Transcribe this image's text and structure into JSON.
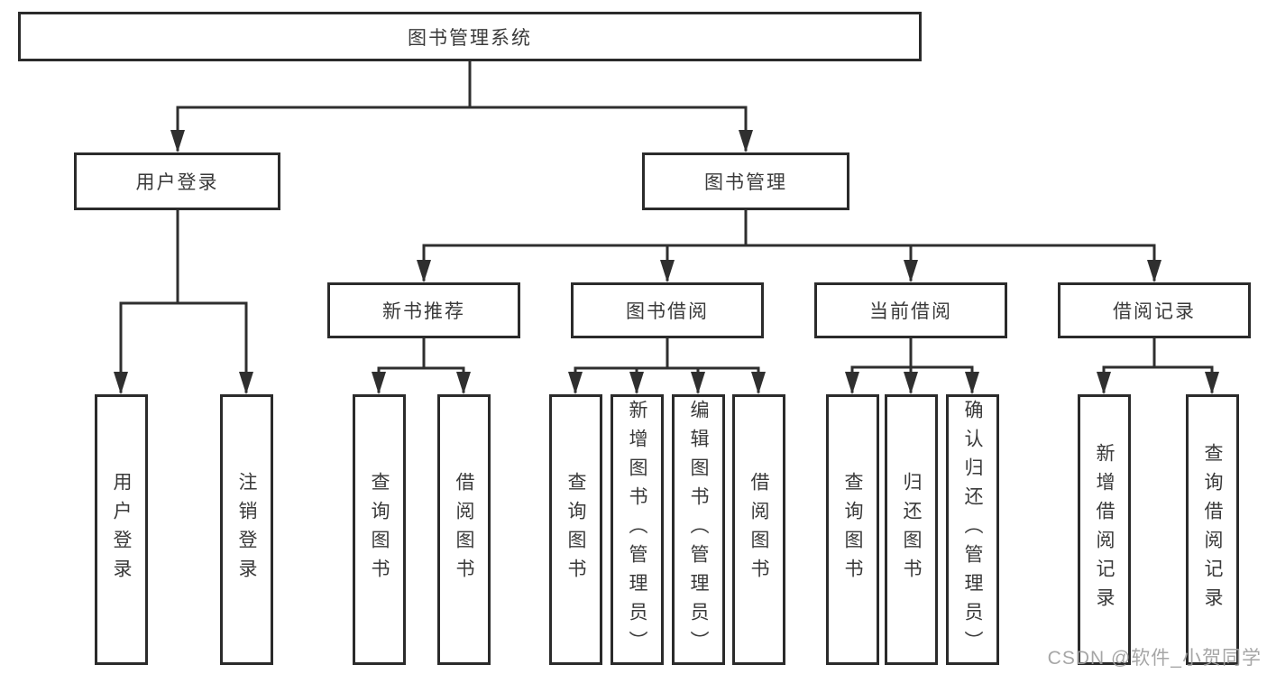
{
  "title": "图书管理系统",
  "branches": [
    {
      "label": "用户登录",
      "leaves": [
        "用户登录",
        "注销登录"
      ]
    },
    {
      "label": "图书管理",
      "sections": [
        {
          "label": "新书推荐",
          "leaves": [
            "查询图书",
            "借阅图书"
          ]
        },
        {
          "label": "图书借阅",
          "leaves": [
            "查询图书",
            "新增图书（管理员）",
            "编辑图书（管理员）",
            "借阅图书"
          ]
        },
        {
          "label": "当前借阅",
          "leaves": [
            "查询图书",
            "归还图书",
            "确认归还（管理员）"
          ]
        },
        {
          "label": "借阅记录",
          "leaves": [
            "新增借阅记录",
            "查询借阅记录"
          ]
        }
      ]
    }
  ],
  "watermark": "CSDN @软件_小贺同学",
  "colors": {
    "line": "#2f2f2f",
    "border": "#2b2b2b",
    "text": "#3a3a3a",
    "watermark": "#9e9e9e",
    "background": "#ffffff"
  }
}
